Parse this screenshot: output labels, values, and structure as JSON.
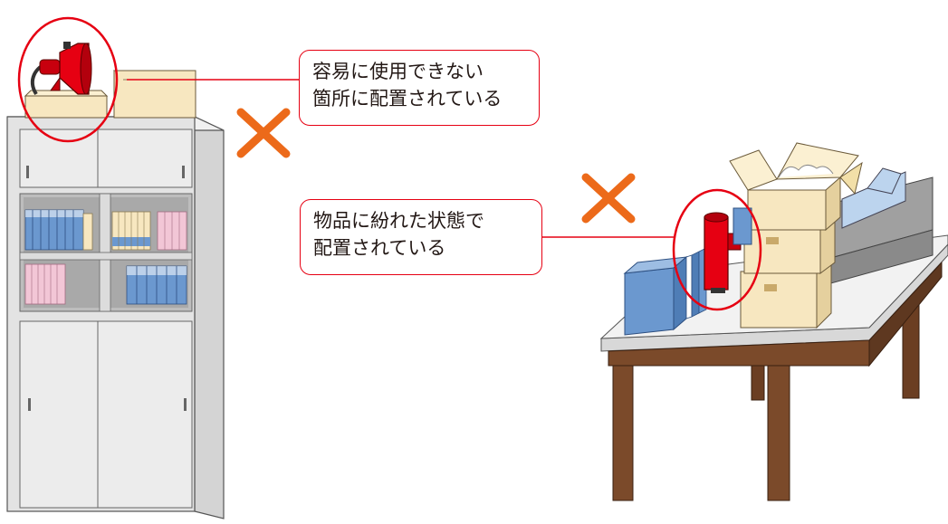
{
  "callout_top": {
    "line1": "容易に使用できない",
    "line2": "箇所に配置されている"
  },
  "callout_bottom": {
    "line1": "物品に紛れた状態で",
    "line2": "配置されている"
  },
  "colors": {
    "mark": "#ec6a1a",
    "line": "#e60012",
    "megaphone": "#e60012",
    "cabinet": "#e6e6e6",
    "box": "#f7e7c0",
    "binder": "#6b98cf",
    "table_leg": "#7b4a2a"
  },
  "icons": [
    "x-mark-icon",
    "megaphone-icon",
    "cardboard-box-icon",
    "binder-icon"
  ]
}
